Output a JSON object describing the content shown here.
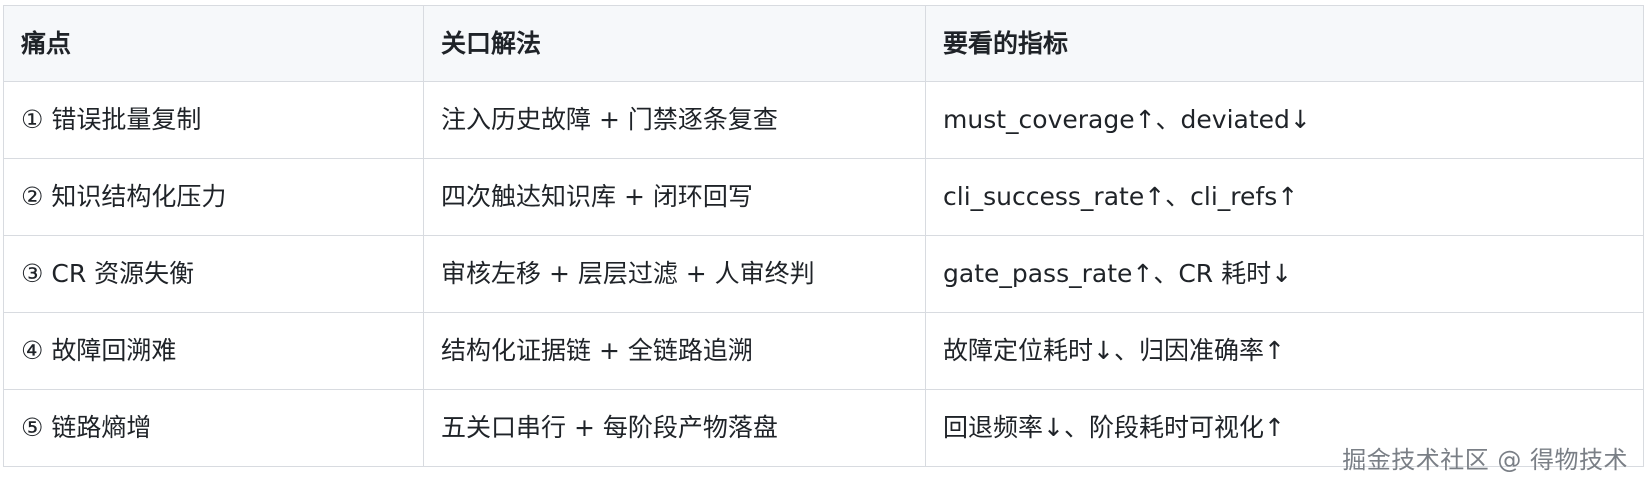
{
  "table": {
    "headers": [
      "痛点",
      "关口解法",
      "要看的指标"
    ],
    "rows": [
      [
        "① 错误批量复制",
        "注入历史故障 + 门禁逐条复查",
        "must_coverage↑、deviated↓"
      ],
      [
        "② 知识结构化压力",
        "四次触达知识库 + 闭环回写",
        "cli_success_rate↑、cli_refs↑"
      ],
      [
        "③ CR 资源失衡",
        "审核左移 + 层层过滤 + 人审终判",
        "gate_pass_rate↑、CR 耗时↓"
      ],
      [
        "④ 故障回溯难",
        "结构化证据链 + 全链路追溯",
        "故障定位耗时↓、归因准确率↑"
      ],
      [
        "⑤ 链路熵增",
        "五关口串行 + 每阶段产物落盘",
        "回退频率↓、阶段耗时可视化↑"
      ]
    ]
  },
  "watermark": "掘金技术社区 @ 得物技术"
}
